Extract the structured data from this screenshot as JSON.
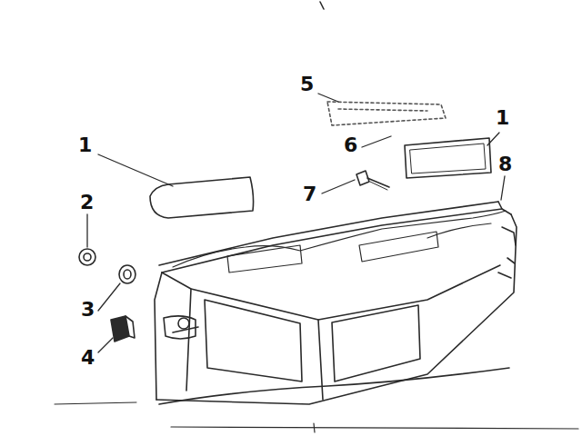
{
  "diagram": {
    "labels": [
      "5",
      "1",
      "1",
      "6",
      "8",
      "2",
      "7",
      "3",
      "4"
    ]
  }
}
